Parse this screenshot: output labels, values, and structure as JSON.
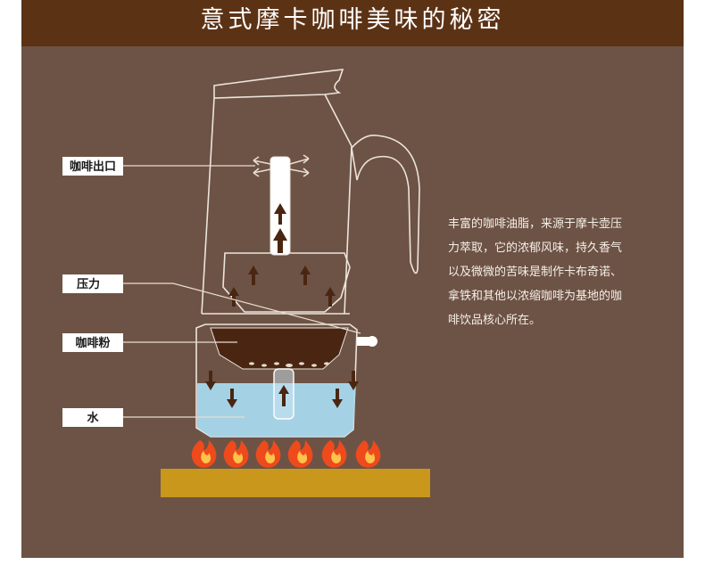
{
  "header": {
    "title": "意式摩卡咖啡美味的秘密"
  },
  "labels": {
    "outlet": "咖啡出口",
    "pressure": "压力",
    "powder": "咖啡粉",
    "water": "水"
  },
  "description": {
    "lines": [
      "丰富的咖啡油脂，来源于摩卡壶压",
      "力萃取，它的浓郁风味，持久香气",
      "以及微微的苦味是制作卡布奇诺、",
      "拿铁和其他以浓缩咖啡为基地的咖",
      "啡饮品核心所在。"
    ]
  },
  "colors": {
    "header_bg": "#5c3215",
    "panel_bg": "#6d5345",
    "outline": "#ece4dc",
    "water": "#a9d8ee",
    "coffee": "#4a2612",
    "arrow": "#4a2612",
    "flame_outer": "#ee4a1c",
    "flame_inner": "#ffc24a",
    "stove": "#c8971c",
    "label_bg": "#ffffff"
  }
}
